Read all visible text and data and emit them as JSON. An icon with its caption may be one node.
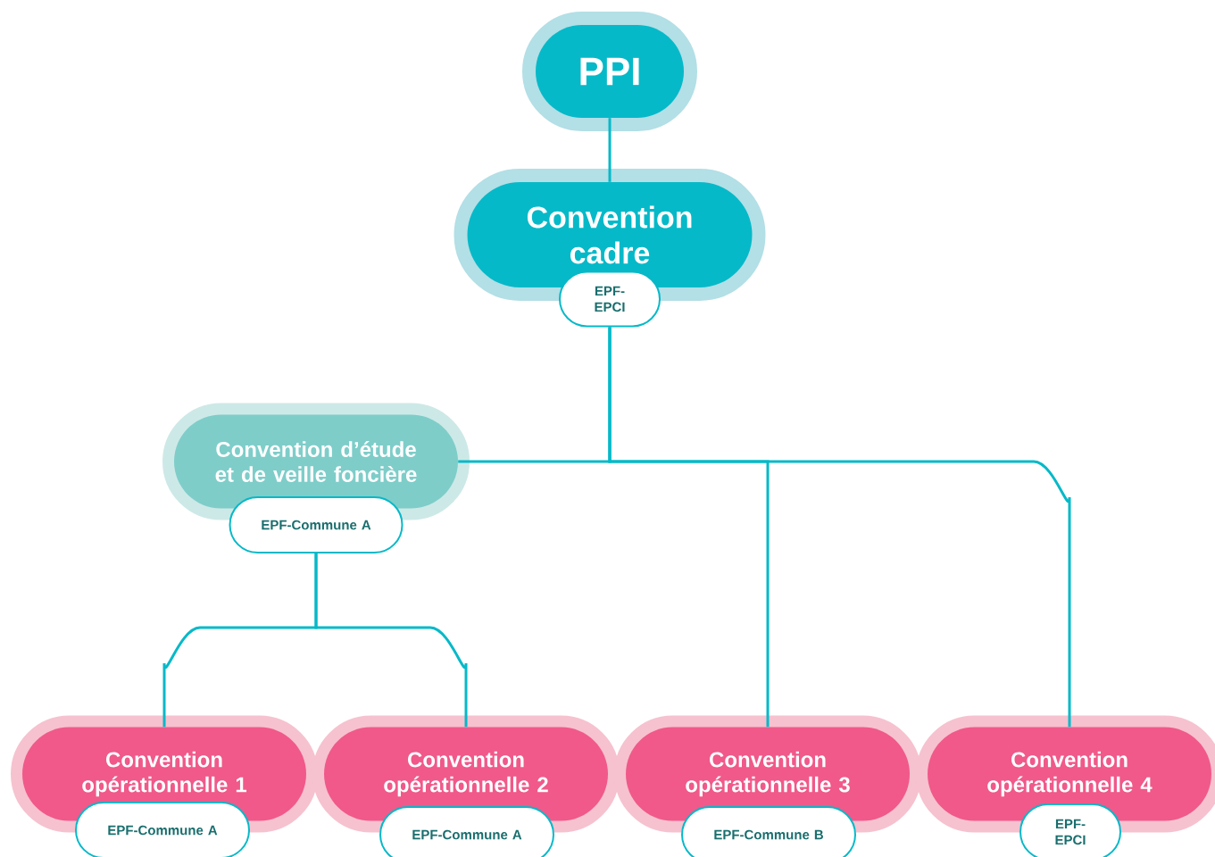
{
  "diagram": {
    "nodes": [
      {
        "text": [
          "PPI"
        ]
      },
      {
        "text": [
          "Convention cadre"
        ]
      },
      {
        "text": [
          "EPF-EPCI"
        ]
      },
      {
        "text": [
          "Convention d’étude et de veille foncière"
        ]
      },
      {
        "text": [
          "EPF-Commune A"
        ]
      },
      {
        "text": [
          "Convention opérationnelle 1"
        ]
      },
      {
        "text": [
          "EPF-Commune A"
        ]
      },
      {
        "text": [
          "Convention opérationnelle 2"
        ]
      },
      {
        "text": [
          "EPF-Commune A"
        ]
      },
      {
        "text": [
          "Convention opérationnelle 3"
        ]
      },
      {
        "text": [
          "EPF-Commune B"
        ]
      },
      {
        "text": [
          "Convention opérationnelle 4"
        ]
      },
      {
        "text": [
          "EPF-EPCI"
        ]
      }
    ],
    "edges": [
      {
        "from": 0,
        "to": 1,
        "arrow": "none"
      },
      {
        "from": 2,
        "to": 3,
        "arrow": "none"
      },
      {
        "from": 2,
        "to": 9,
        "arrow": "none"
      },
      {
        "from": 2,
        "to": 11,
        "arrow": "none"
      },
      {
        "from": 4,
        "to": 5,
        "arrow": "none"
      },
      {
        "from": 4,
        "to": 7,
        "arrow": "none"
      }
    ]
  }
}
